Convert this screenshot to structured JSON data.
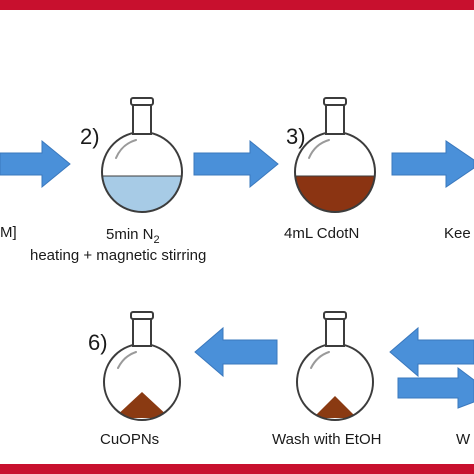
{
  "colors": {
    "frame": "#c8102e",
    "arrow": "#4a90d9",
    "arrow_edge": "#3a78bd",
    "liquid_blue": "#a7cbe6",
    "liquid_brown": "#8b3412",
    "powder_brown": "#8a3a12",
    "glass_edge": "#3c3c3c"
  },
  "icons": {
    "flask": "round-bottom-flask-icon",
    "arrow_right": "arrow-right-icon",
    "arrow_left": "arrow-left-icon"
  },
  "row1": {
    "step1_partial_label": "M]",
    "step2": {
      "number": "2)",
      "label_line1": "5min N",
      "label_sub": "2",
      "label_line2": "heating +  magnetic stirring"
    },
    "step3": {
      "number": "3)",
      "label": "4mL  CdotN"
    },
    "step4_partial_label": "Kee"
  },
  "row2": {
    "step6": {
      "number": "6)",
      "label": "CuOPNs"
    },
    "step5": {
      "label": "Wash with EtOH"
    },
    "partial_label": "W"
  }
}
